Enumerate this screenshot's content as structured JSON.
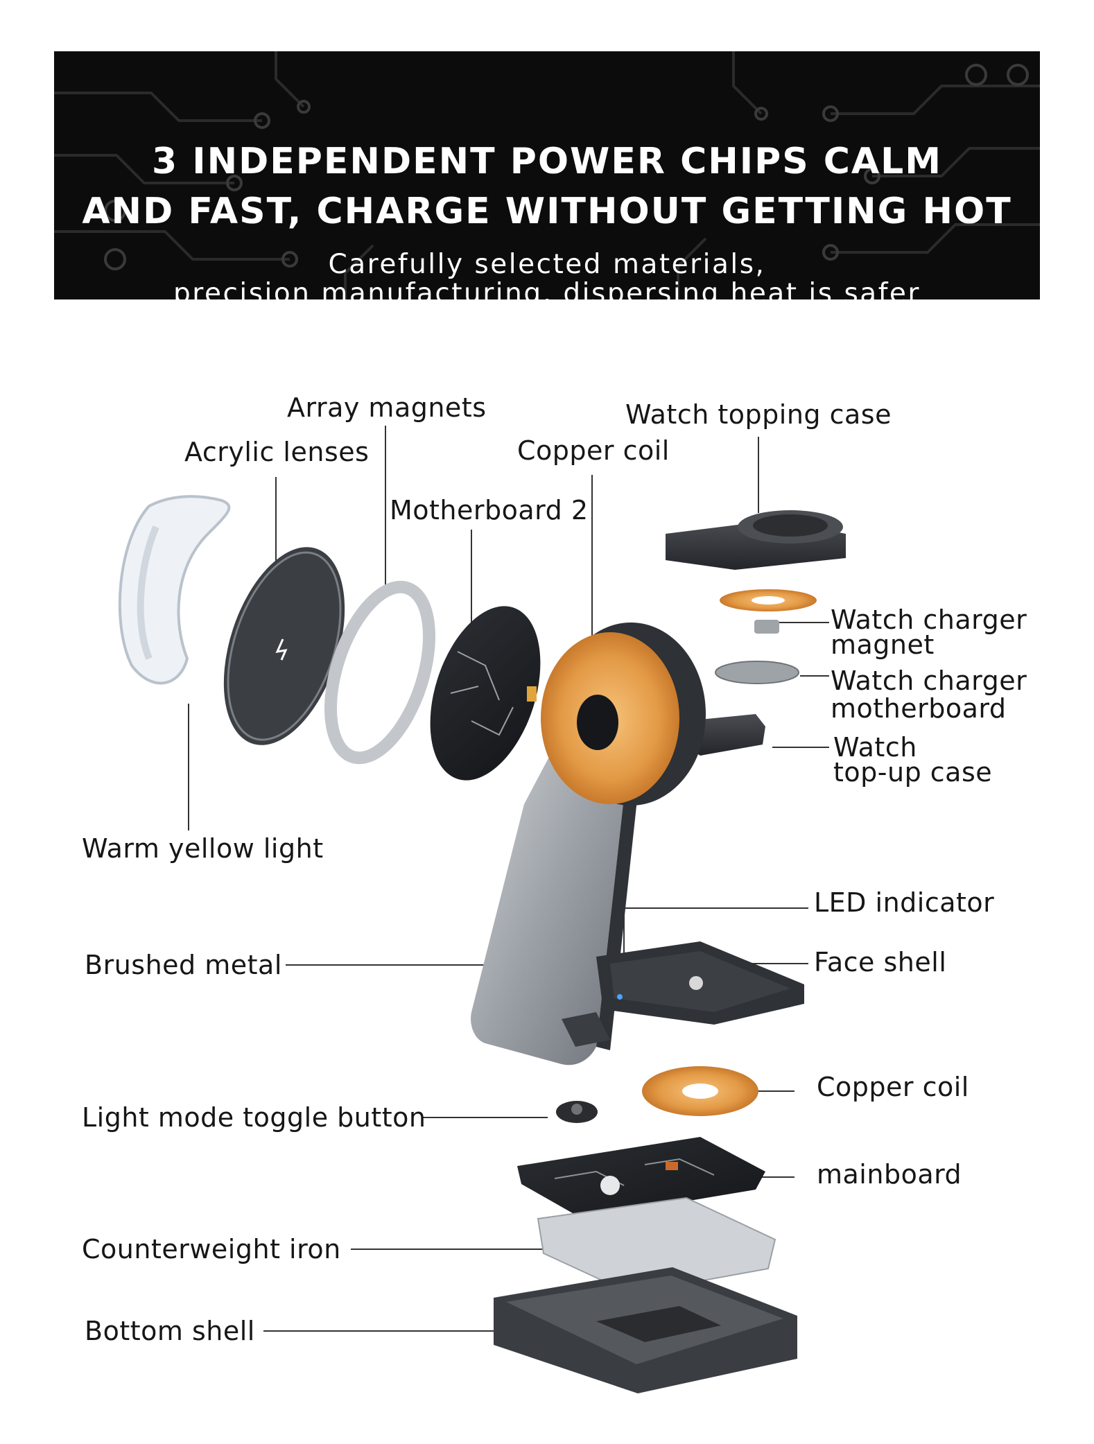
{
  "banner": {
    "headline_line1": "3 INDEPENDENT POWER CHIPS CALM",
    "headline_line2": "AND FAST, CHARGE WITHOUT GETTING HOT",
    "sub_line1": "Carefully selected materials,",
    "sub_line2": "precision manufacturing, dispersing heat is safer"
  },
  "labels": {
    "array_magnets": "Array magnets",
    "watch_topping_case": "Watch topping case",
    "acrylic_lenses": "Acrylic lenses",
    "copper_coil_top": "Copper coil",
    "motherboard_2": "Motherboard 2",
    "watch_charger_magnet_1": "Watch charger",
    "watch_charger_magnet_2": "magnet",
    "watch_charger_motherboard_1": "Watch charger",
    "watch_charger_motherboard_2": "motherboard",
    "watch_topup_case_1": "Watch",
    "watch_topup_case_2": "top-up case",
    "warm_yellow_light": "Warm yellow light",
    "led_indicator": "LED indicator",
    "brushed_metal": "Brushed metal",
    "face_shell": "Face shell",
    "copper_coil_bottom": "Copper coil",
    "light_mode_toggle_button": "Light mode toggle button",
    "mainboard": "mainboard",
    "counterweight_iron": "Counterweight iron",
    "bottom_shell": "Bottom shell"
  },
  "colors": {
    "banner_bg": "#0c0c0c",
    "copper": "#e8a04a",
    "metal": "#a8adb3",
    "dark_shell": "#3a3d42"
  }
}
